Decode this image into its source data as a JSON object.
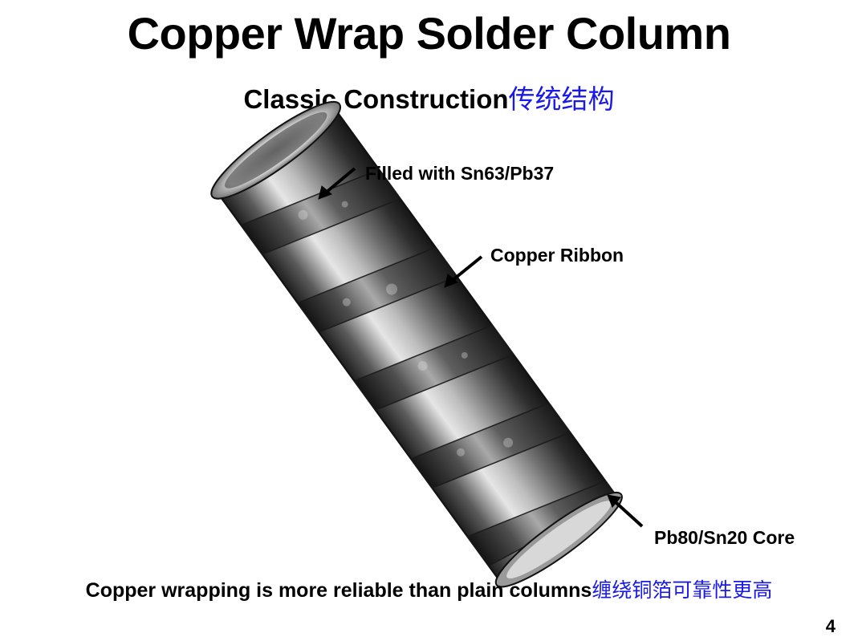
{
  "slide": {
    "title": "Copper Wrap Solder Column",
    "subtitle": {
      "text": "Classic Construction",
      "cjk": "传统结构"
    },
    "labels": {
      "filled": "Filled with Sn63/Pb37",
      "ribbon": "Copper Ribbon",
      "core": "Pb80/Sn20 Core"
    },
    "footer": {
      "text": "Copper wrapping is more reliable than plain columns",
      "cjk": "缠绕铜箔可靠性更高"
    },
    "page_number": "4",
    "colors": {
      "cjk_text": "#1a1ae6",
      "metal_dark": "#2a2a2a",
      "metal_light": "#d9d9d9"
    }
  }
}
